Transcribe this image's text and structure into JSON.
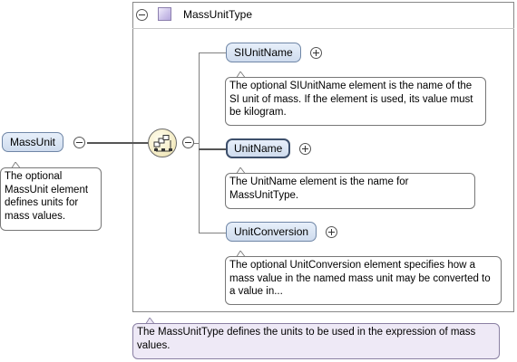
{
  "root_element": {
    "name": "MassUnit",
    "annotation": "The optional MassUnit element defines units for mass values."
  },
  "type": {
    "name": "MassUnitType",
    "annotation": "The MassUnitType defines the units to be used in the expression of mass values."
  },
  "compositor": {
    "kind": "sequence-icon"
  },
  "children": [
    {
      "name": "SIUnitName",
      "optional": true,
      "annotation": "The optional SIUnitName element is the name of the SI unit of mass. If the element is used, its value must be kilogram."
    },
    {
      "name": "UnitName",
      "optional": false,
      "annotation": "The UnitName element is the name for MassUnitType."
    },
    {
      "name": "UnitConversion",
      "optional": true,
      "annotation": "The optional UnitConversion element specifies how a mass value in the named mass unit may be converted to a value in..."
    }
  ],
  "colors": {
    "element_fill": "#d6e2f2",
    "element_border": "#6f86a6",
    "type_icon": "#cdc3ea",
    "type_annotation_fill": "#eee9f6",
    "compositor_fill": "#f5edc6"
  }
}
